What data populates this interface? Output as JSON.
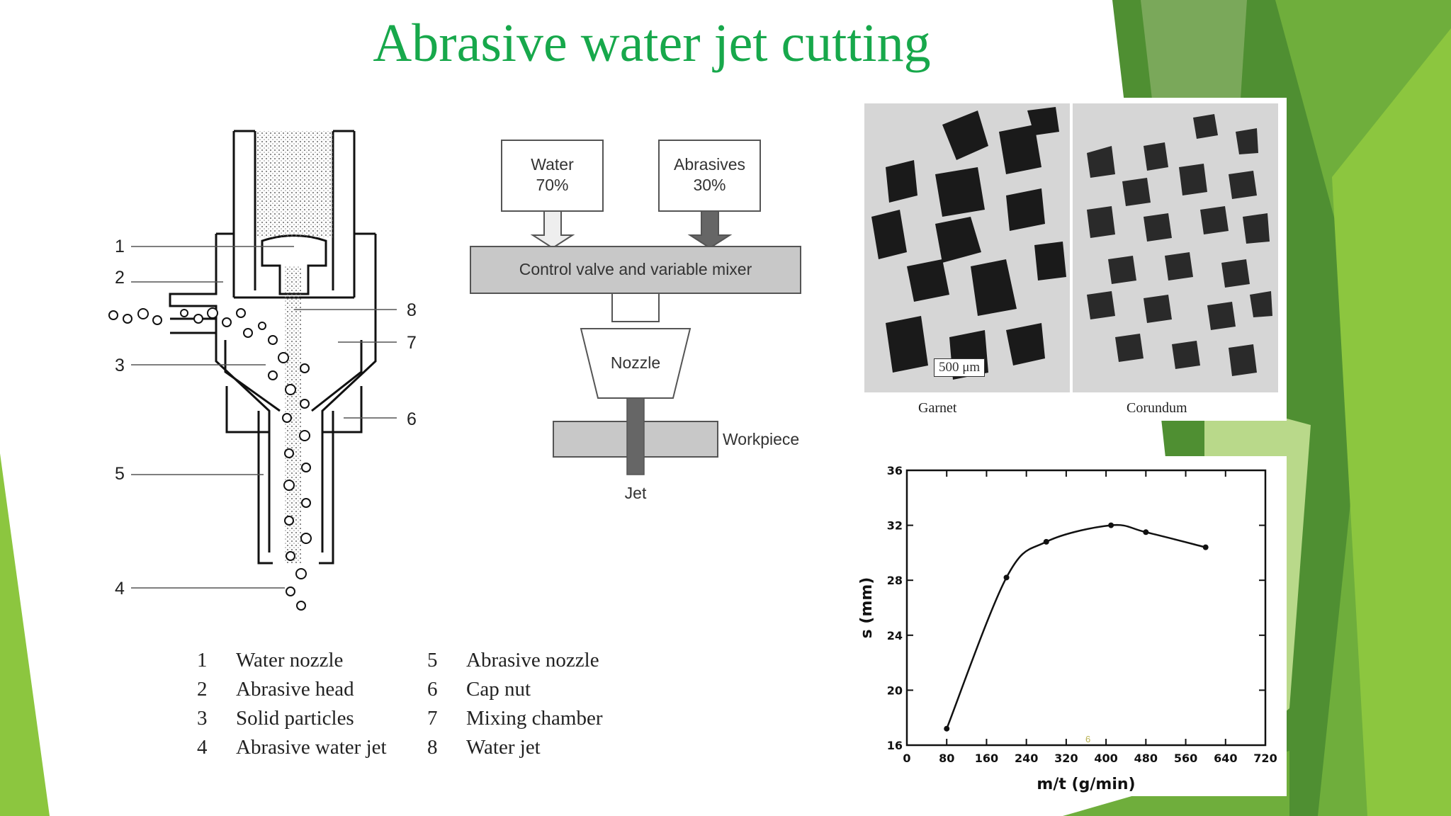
{
  "slide": {
    "title": "Abrasive water jet cutting",
    "page_number": "6"
  },
  "nozzle_diagram": {
    "callouts": [
      "1",
      "2",
      "3",
      "5",
      "4",
      "8",
      "7",
      "6"
    ]
  },
  "legend": [
    {
      "num": "1",
      "text": "Water nozzle",
      "num2": "5",
      "text2": "Abrasive nozzle"
    },
    {
      "num": "2",
      "text": "Abrasive head",
      "num2": "6",
      "text2": "Cap nut"
    },
    {
      "num": "3",
      "text": "Solid particles",
      "num2": "7",
      "text2": "Mixing chamber"
    },
    {
      "num": "4",
      "text": "Abrasive water jet",
      "num2": "8",
      "text2": "Water jet"
    }
  ],
  "flow": {
    "water_label": "Water",
    "water_pct": "70%",
    "abrasives_label": "Abrasives",
    "abrasives_pct": "30%",
    "mixer_label": "Control valve and variable mixer",
    "nozzle_label": "Nozzle",
    "workpiece_label": "Workpiece",
    "jet_label": "Jet"
  },
  "photos": {
    "scale_label": "500 μm",
    "left_caption": "Garnet",
    "right_caption": "Corundum"
  },
  "chart_data": {
    "type": "line",
    "title": "",
    "xlabel": "m/t (g/min)",
    "ylabel": "s (mm)",
    "xlim": [
      0,
      720
    ],
    "ylim": [
      16,
      36
    ],
    "xticks": [
      0,
      80,
      160,
      240,
      320,
      400,
      480,
      560,
      640,
      720
    ],
    "yticks": [
      16,
      20,
      24,
      28,
      32,
      36
    ],
    "grid": false,
    "series": [
      {
        "x": [
          80,
          200,
          280,
          410,
          480,
          600
        ],
        "y": [
          17.2,
          28.2,
          30.8,
          32.0,
          31.5,
          30.4
        ]
      }
    ]
  },
  "colors": {
    "title_green": "#17a84b",
    "accent_dark_green": "#3f8a2a",
    "accent_light_green": "#8cc63f",
    "box_gray": "#c8c8c8",
    "arrow_dark": "#666666"
  }
}
